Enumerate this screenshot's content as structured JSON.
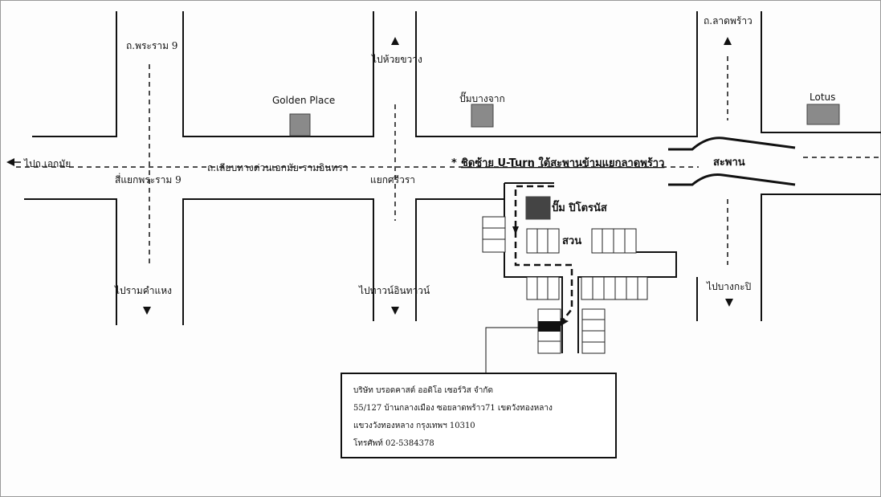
{
  "map": {
    "labels": {
      "rama9_road": "ถ.พระราม 9",
      "to_huai_khwang": "ไปห้วยขวาง",
      "lat_phrao_road": "ถ.ลาดพร้าว",
      "golden_place": "Golden Place",
      "pump_bangchak": "ปั๊มบางจาก",
      "lotus": "Lotus",
      "to_ekkamai": "ไปถ.เอกมัย",
      "ekkamai_ramindra_road": "ถ.เลียบทางด่วนเอกมัย-รามอินทรา",
      "uturn_note_star": "*",
      "uturn_note": "ชิดซ้าย U-Turn ใต้สะพานข้ามแยกลาดพร้าว",
      "bridge": "สะพาน",
      "rama9_intersection": "สี่แยกพระราม 9",
      "sriwara_intersection": "แยกศรีวรา",
      "pump_petronas": "ปั๊ม ปิโตรนัส",
      "park": "สวน",
      "to_ramkhamhaeng": "ไปรามคำแหง",
      "to_town_in_town": "ไปทาวน์อินทาวน์",
      "to_bangkapi": "ไปบางกะปิ"
    },
    "info_box": {
      "company": "บริษัท บรอดคาสต์ ออดิโอ เซอร์วิส จำกัด",
      "address1": "55/127 บ้านกลางเมือง ซอยลาดพร้าว71 เขตวังทองหลาง",
      "address2": "แขวงวังทองหลาง กรุงเทพฯ 10310",
      "phone": "โทรศัพท์ 02-5384378"
    }
  }
}
